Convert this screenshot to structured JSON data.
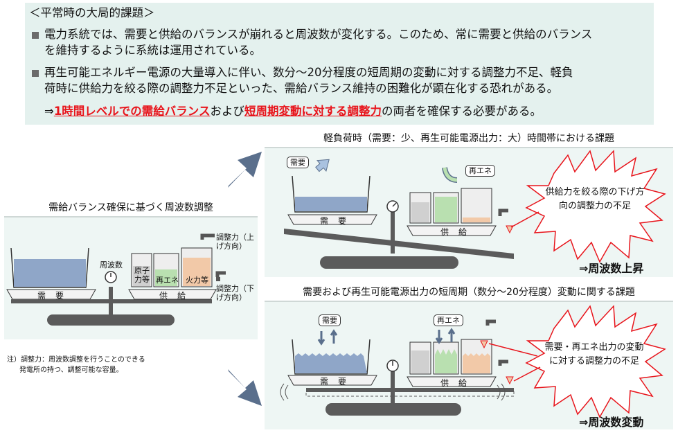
{
  "top": {
    "heading": "＜平常時の大局的課題＞",
    "bullet1_line1": "電力系統では、需要と供給のバランスが崩れると周波数が変化する。このため、常に需要と供給のバランス",
    "bullet1_line2": "を維持するように系統は運用されている。",
    "bullet2_line1": "再生可能エネルギー電源の大量導入に伴い、数分～20分程度の短周期の変動に対する調整力不足、軽負",
    "bullet2_line2": "荷時に供給力を絞る際の調整力不足といった、需給バランス維持の困難化が顕在化する恐れがある。",
    "conclusion_prefix": "⇒",
    "conclusion_red1": "1時間レベルでの需給バランス",
    "conclusion_mid": "および",
    "conclusion_red2": "短周期変動に対する調整力",
    "conclusion_suffix": "の両者を確保する必要がある。"
  },
  "left": {
    "title": "需給バランス確保に基づく周波数調整",
    "demand": "需要",
    "supply": "供給",
    "gauge": "周波数",
    "nuclear": "原子力等",
    "renewable": "再エネ",
    "thermal": "火力等",
    "adj_up": "調整力（上げ方向）",
    "adj_down": "調整力（下げ方向）",
    "note_line1": "注）調整力：周波数調整を行うことのできる",
    "note_line2": "発電所の持つ、調整可能な容量。"
  },
  "topright": {
    "title": "軽負荷時（需要：少、再生可能電源出力：大）時間帯における課題",
    "demand_tag": "需要",
    "renew_tag": "再エネ",
    "demand": "需要",
    "supply": "供給",
    "callout": "供給力を絞る際の下げ方向の調整力の不足",
    "result": "⇒周波数上昇"
  },
  "bottomright": {
    "title": "需要および再生可能電源出力の短周期（数分～20分程度）変動に関する課題",
    "demand_tag": "需要",
    "renew_tag": "再エネ",
    "demand": "需要",
    "supply": "供給",
    "callout": "需要・再エネ出力の変動に対する調整力の不足",
    "result": "⇒周波数変動"
  },
  "colors": {
    "panel_bg": "#e4f1ee",
    "water": "#8fa6c8",
    "renewable": "#b9e0b0",
    "thermal": "#f2c9a8",
    "nuclear": "#d0d0d0",
    "arrow": "#5a6f8c",
    "highlight": "#e8141b"
  }
}
